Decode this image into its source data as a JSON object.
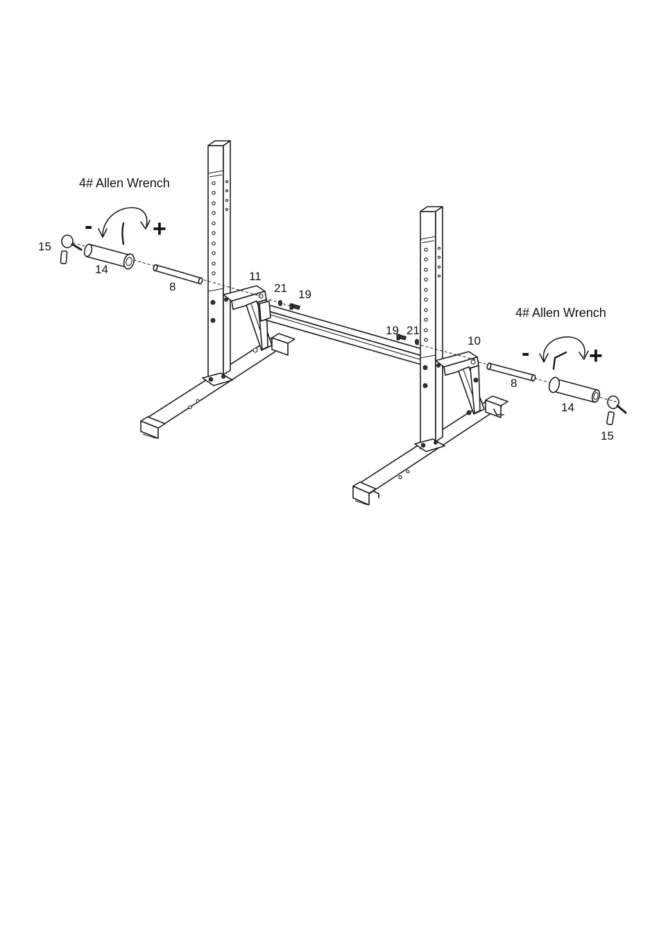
{
  "tool": {
    "left_label": "4# Allen Wrench",
    "right_label": "4# Allen Wrench",
    "minus": "-",
    "plus": "+"
  },
  "parts": {
    "left_clip": "15",
    "left_sleeve": "14",
    "left_pin": "8",
    "left_bracket": "11",
    "left_washer": "21",
    "left_bolt": "19",
    "right_bolt": "19",
    "right_washer": "21",
    "right_bracket": "10",
    "right_pin": "8",
    "right_sleeve": "14",
    "right_clip": "15"
  }
}
